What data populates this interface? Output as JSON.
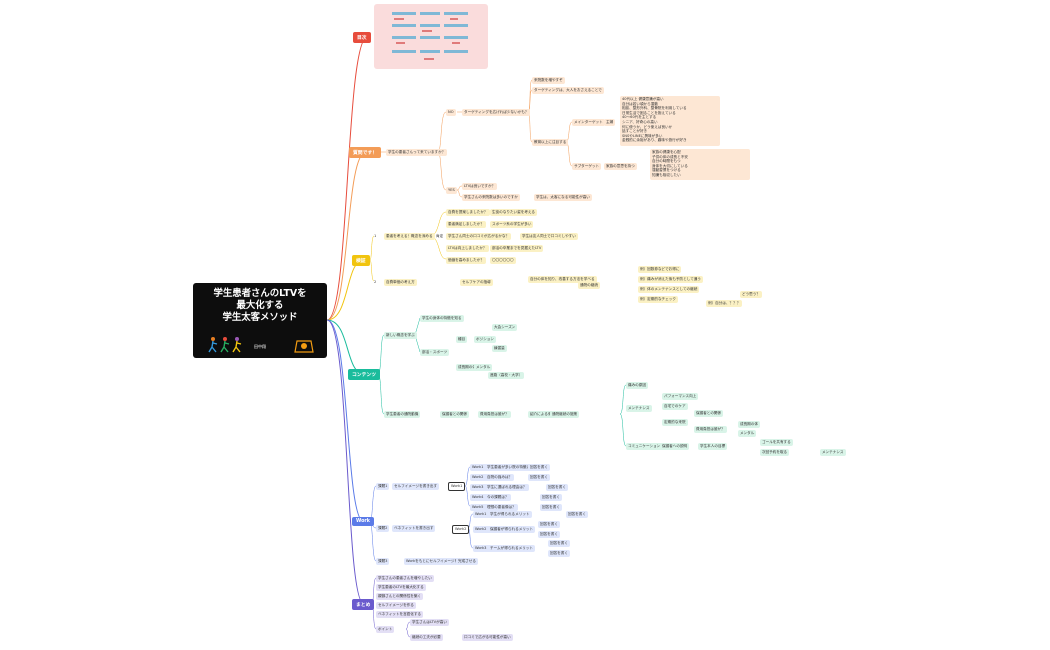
{
  "title": {
    "line1": "学生患者さんのLTVを",
    "line2": "最大化する",
    "line3": "学生太客メソッド",
    "author": "田中翔"
  },
  "categories": {
    "mokuji": "目次",
    "shitsumon": "質問です！",
    "kenshou": "検証",
    "contents": "コンテンツ",
    "work": "Work",
    "matome": "まとめ"
  },
  "colors": {
    "red": "#e74c3c",
    "orange": "#f39c57",
    "yellow": "#f1c40f",
    "green": "#1abc9c",
    "blue": "#5b7be8",
    "purple": "#6a5acd"
  },
  "shitsumon": {
    "q": "学生の患者さんって来ていますか？",
    "no": "NO",
    "no_q": "ターゲティングを広げれば少ないかも？",
    "no_a1": "来院数を増やすぞ",
    "no_a2": "ターゲティングは、大人をおさえることで",
    "kyoiku": "教育以上に注目する",
    "main_target": "メインターゲット",
    "shufu": "主婦",
    "shufu_list": [
      "40代以上 健康意識が高い",
      "自分は若い頃から運動",
      "相談、整形外科、整骨院を利用している",
      "日常生活で困ることを抱えている",
      "40〜60代を主とする",
      "シニア、好奇心の高い",
      "何に使うか、どう使えば良いか",
      "話すことが好き",
      "SNSやLINEに興味が多い",
      "金銭的に余裕があり、趣味や旅行が好き"
    ],
    "sub_target": "サブターゲット",
    "sub_note": "家族の意思を持つ",
    "sub_list": [
      "家族の健康を心配",
      "子供の体の成長と不安",
      "自分の時間をもつ",
      "身体を大切にしている",
      "運動習慣をつける",
      "知識も吸収したい"
    ],
    "yes": "YES",
    "yes_1": "LTVは良いですか？",
    "yes_2": "学生さんの来院数は多いのですか",
    "yes_3": "学生は、太客になる可能性が高い"
  },
  "kenshou": {
    "n1": "1",
    "q1": "患者を考える！概念を深める",
    "b1": "肯定",
    "items": [
      "自費を提案しましたか？",
      "患者満足しましたか？",
      "学生さん同士の口コミが広がるかな？",
      "LTVは向上しましたか？",
      "価値を高めましたか？"
    ],
    "details": [
      "生徒のなりたい姿を考える",
      "スポーツ系の学生が多い",
      "学生は友人同士で口コミしやすい",
      "部活の卒業までを見据えたLTV",
      "〇〇〇〇〇〇"
    ],
    "n2": "2",
    "q2": "自費単価の考え方",
    "b2": "セルフケアの指導",
    "d2": "自分の体を知り、改善する方法を学べる",
    "d2b": "通院の継続",
    "r1": "例）回数券などでお得に",
    "r2": "例）痛みが消えた後も予防として通う",
    "r3": "例）体のメンテナンスとしての継続",
    "r4": "例）定期的なチェック",
    "r5": "どう思う？",
    "r6": "例）自分は、？？？"
  },
  "contents": {
    "c1": "新しい概念を学ぶ",
    "c1a": "学生の身体の特徴を知る",
    "c1b": "部活・スポーツ",
    "c1b_1": "種目",
    "c1b_2": "ポジション",
    "c1b_3": "大会シーズン",
    "c1b_4": "練習量",
    "c1b_5": "成長期の体",
    "c1b_6": "メンタル",
    "c1b_7": "進路（高校・大学）",
    "c2": "学生患者の通院動機",
    "c2a": "保護者との関係",
    "c2b": "費用負担は誰が？",
    "c2c": "紹介による来院",
    "c2d": "通院継続の施策",
    "c3": "痛みの原因",
    "c3a": "メンテナンス",
    "c3b": "パフォーマンス向上",
    "c3c": "自宅でのケア",
    "c3d": "定期的な来院",
    "c4": "コミュニケーション",
    "c4a": "保護者への説明",
    "c4b": "学生本人の目標",
    "c4c": "ゴールを共有する",
    "c4d": "次回予約を取る"
  },
  "work": {
    "w1": "課題1",
    "w1a": "セルフイメージを書き出す",
    "w1b": "Work1",
    "w1_items": [
      "Work1　学生患者が多い院の特徴は？",
      "Work2　自院の強みは？",
      "Work3　学生に選ばれる理由は？",
      "Work4　今の課題は？",
      "Work5　理想の患者像は？"
    ],
    "w1_ans": [
      "回答を書く",
      "回答を書く",
      "回答を書く",
      "回答を書く",
      "回答を書く"
    ],
    "w2": "課題2",
    "w2a": "ベネフィットを書き出す",
    "w2b": "Work2",
    "w2_items": [
      "Work1　学生が得られるメリット",
      "Work2　保護者が得られるメリット",
      "Work3　チームが得られるメリット"
    ],
    "w2_ans": [
      "回答を書く",
      "回答を書く",
      "回答を書く",
      "回答を書く",
      "回答を書く"
    ],
    "w3": "課題3",
    "w3a": "Workをもとにセルフイメージを作る",
    "w3b": "完成させる"
  },
  "matome": {
    "items": [
      "学生さんの患者さんを増やしたい",
      "学生患者のLTVを最大化する",
      "親御さんとの関係性を築く",
      "セルフイメージを作る",
      "ベネフィットを言語化する"
    ],
    "point": "ポイント",
    "p1": "学生さんはLTVが高い",
    "p2": "継続の工夫が必要",
    "p3": "口コミで広がる可能性が高い"
  }
}
